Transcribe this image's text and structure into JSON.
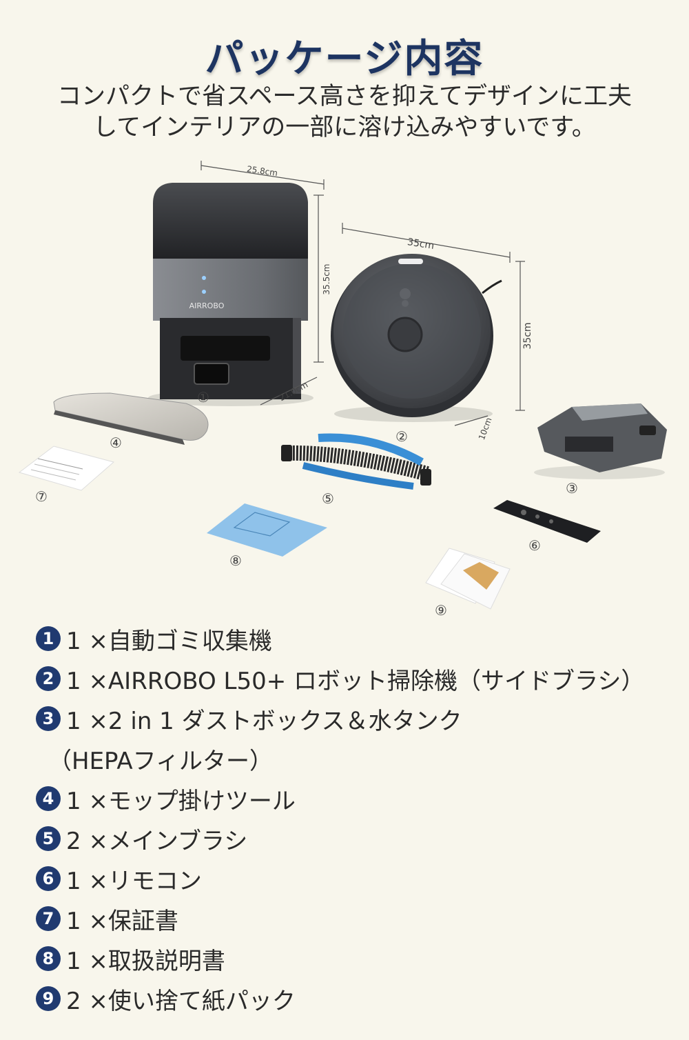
{
  "title": "パッケージ内容",
  "subtitle": {
    "line1": "コンパクトで省スペース高さを抑えてデザインに工夫",
    "line2": "してインテリアの一部に溶け込みやすいです。"
  },
  "illustration": {
    "brand_on_station": "AIRROBO",
    "dimensions": {
      "station_width": "25.8cm",
      "station_height": "35.5cm",
      "station_depth": "21.0cm",
      "robot_width": "35cm",
      "robot_depth": "35cm",
      "robot_height": "10cm"
    },
    "markers": [
      "①",
      "②",
      "③",
      "④",
      "⑤",
      "⑥",
      "⑦",
      "⑧",
      "⑨"
    ]
  },
  "contents": [
    {
      "num": "1",
      "text": "1 ×自動ゴミ収集機"
    },
    {
      "num": "2",
      "text": "1 ×AIRROBO L50+ ロボット掃除機（サイドブラシ）"
    },
    {
      "num": "3",
      "text": "1 ×2 in 1 ダストボックス＆水タンク"
    },
    {
      "num": "",
      "text": "（HEPAフィルター）"
    },
    {
      "num": "4",
      "text": "1 ×モップ掛けツール"
    },
    {
      "num": "5",
      "text": "2 ×メインブラシ"
    },
    {
      "num": "6",
      "text": "1 ×リモコン"
    },
    {
      "num": "7",
      "text": "1 ×保証書"
    },
    {
      "num": "8",
      "text": "1 ×取扱説明書"
    },
    {
      "num": "9",
      "text": "2 ×使い捨て紙パック"
    }
  ]
}
